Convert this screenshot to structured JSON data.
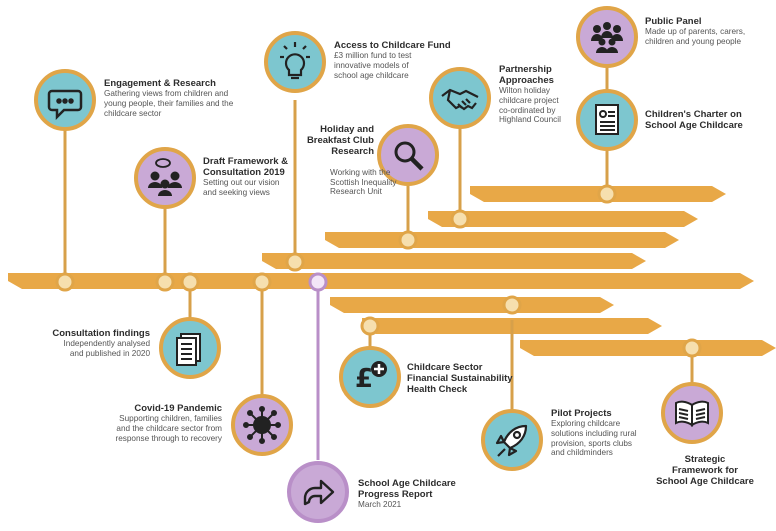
{
  "colors": {
    "arrow": "#e8a847",
    "ring": "#e0a548",
    "stem": "#d7a04a",
    "purple_stem": "#b98fc8",
    "teal": "#7dc6cf",
    "lilac": "#c9a9d6",
    "icon": "#222222"
  },
  "milestones": [
    {
      "id": "engagement",
      "title": "Engagement & Research",
      "desc": "Gathering views from children and\nyoung people, their families and the\nchildcare sector",
      "icon": "speech-bubble-icon",
      "fill": "teal"
    },
    {
      "id": "draft",
      "title": "Draft Framework &\nConsultation 2019",
      "desc": "Setting out our vision\nand seeking views",
      "icon": "group-discussion-icon",
      "fill": "lilac"
    },
    {
      "id": "access",
      "title": "Access to Childcare Fund",
      "desc": "£3 million fund to test\ninnovative models of\nschool age childcare",
      "icon": "lightbulb-icon",
      "fill": "teal"
    },
    {
      "id": "holiday",
      "title": "Holiday and\nBreakfast Club\nResearch",
      "desc": "Working with the\nScottish  Inequality\nResearch Unit",
      "icon": "magnifier-icon",
      "fill": "lilac"
    },
    {
      "id": "partnership",
      "title": "Partnership\nApproaches",
      "desc": "Wilton holiday\nchildcare project\nco-ordinated by\nHighland Council",
      "icon": "handshake-icon",
      "fill": "teal"
    },
    {
      "id": "panel",
      "title": "Public Panel",
      "desc": "Made up of parents, carers,\nchildren and young people",
      "icon": "people-group-icon",
      "fill": "lilac"
    },
    {
      "id": "charter",
      "title": "Children's Charter on\nSchool Age Childcare",
      "desc": "",
      "icon": "charter-document-icon",
      "fill": "teal"
    },
    {
      "id": "findings",
      "title": "Consultation findings",
      "desc": "Independently analysed\nand published in 2020",
      "icon": "report-document-icon",
      "fill": "teal"
    },
    {
      "id": "covid",
      "title": "Covid-19 Pandemic",
      "desc": "Supporting children, families\nand the childcare sector from\nresponse through to recovery",
      "icon": "virus-icon",
      "fill": "lilac"
    },
    {
      "id": "progress",
      "title": "School Age Childcare\nProgress Report",
      "desc": "March 2021",
      "icon": "share-arrow-icon",
      "fill": "lilac"
    },
    {
      "id": "sector",
      "title": "Childcare Sector\nFinancial Sustainability\nHealth Check",
      "desc": "",
      "icon": "pound-plus-icon",
      "fill": "teal"
    },
    {
      "id": "pilot",
      "title": "Pilot Projects",
      "desc": "Exploring childcare\nsolutions including rural\nprovision, sports clubs\nand childminders",
      "icon": "rocket-icon",
      "fill": "teal"
    },
    {
      "id": "strategic",
      "title": "Strategic\nFramework for\nSchool Age Childcare",
      "desc": "",
      "icon": "open-book-icon",
      "fill": "lilac"
    }
  ]
}
